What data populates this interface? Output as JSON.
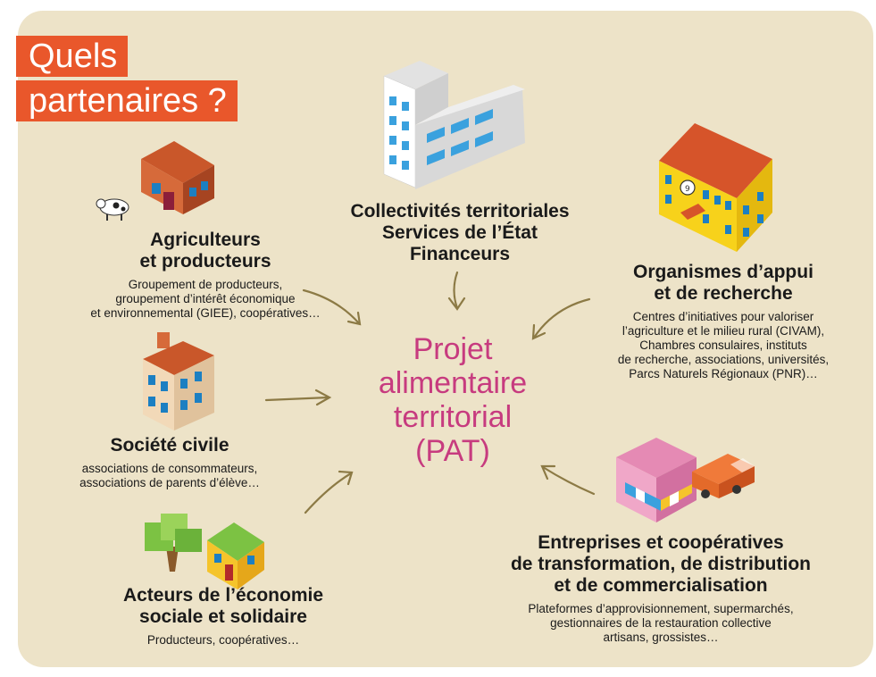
{
  "title": {
    "line1": "Quels",
    "line2": "partenaires ?"
  },
  "center": {
    "l1": "Projet",
    "l2": "alimentaire",
    "l3": "territorial",
    "l4": "(PAT)"
  },
  "nodes": {
    "agriculteurs": {
      "title1": "Agriculteurs",
      "title2": "et producteurs",
      "d1": "Groupement de producteurs,",
      "d2": "groupement d’intérêt économique",
      "d3": "et environnemental (GIEE), coopératives…"
    },
    "collectivites": {
      "title1": "Collectivités territoriales",
      "title2": "Services de l’État",
      "title3": "Financeurs"
    },
    "organismes": {
      "title1": "Organismes d’appui",
      "title2": "et de recherche",
      "d1": "Centres d’initiatives pour valoriser",
      "d2": "l’agriculture et le milieu rural (CIVAM),",
      "d3": "Chambres consulaires, instituts",
      "d4": "de recherche, associations, universités,",
      "d5": "Parcs Naturels Régionaux (PNR)…"
    },
    "societe": {
      "title1": "Société civile",
      "d1": "associations de consommateurs,",
      "d2": "associations de parents d’élève…"
    },
    "ess": {
      "title1": "Acteurs de l’économie",
      "title2": "sociale et solidaire",
      "d1": "Producteurs, coopératives…"
    },
    "entreprises": {
      "title1": "Entreprises et coopératives",
      "title2": "de transformation, de distribution",
      "title3": "et de commercialisation",
      "d1": "Plateformes d’approvisionnement, supermarchés,",
      "d2": "gestionnaires de la restauration collective",
      "d3": "artisans, grossistes…"
    }
  },
  "colors": {
    "background": "#ede3c8",
    "title_bg": "#e9572b",
    "center_text": "#c73b7f",
    "arrow": "#8c7a45"
  }
}
